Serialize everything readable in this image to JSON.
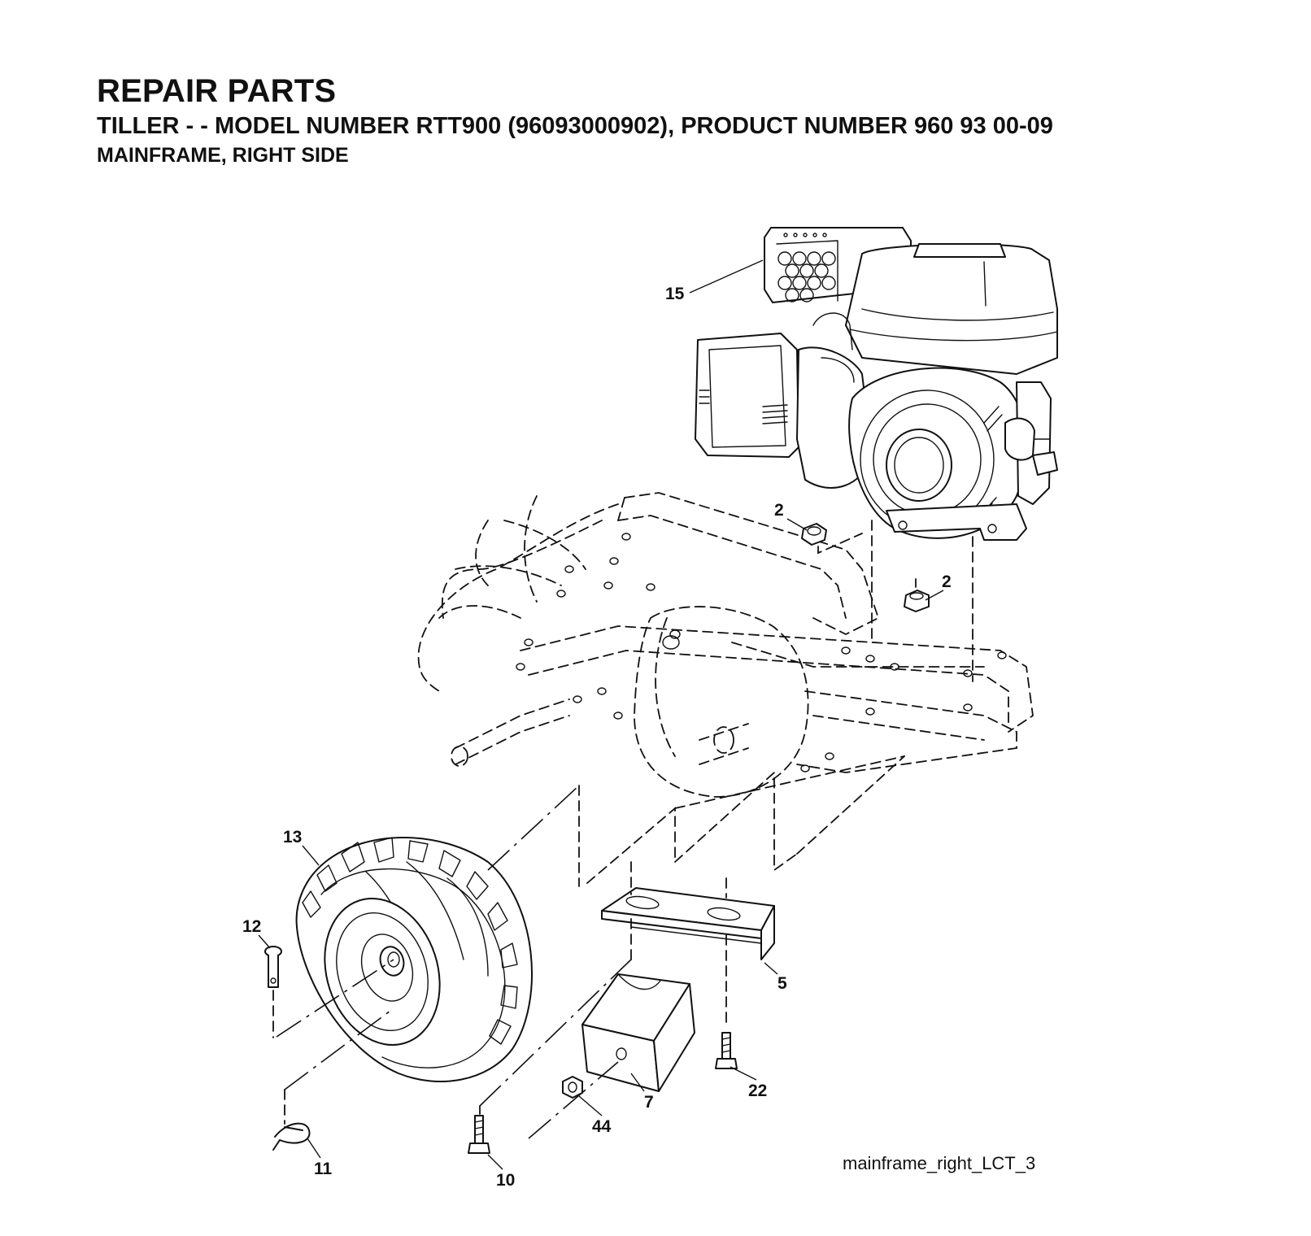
{
  "header": {
    "title": "REPAIR PARTS",
    "subtitle": "TILLER - - MODEL NUMBER RTT900 (96093000902), PRODUCT NUMBER 960 93 00-09",
    "section": "MAINFRAME, RIGHT SIDE"
  },
  "callouts": {
    "c15": "15",
    "c2a": "2",
    "c2b": "2",
    "c13": "13",
    "c12": "12",
    "c5": "5",
    "c7": "7",
    "c22": "22",
    "c44": "44",
    "c11": "11",
    "c10": "10"
  },
  "file_reference": "mainframe_right_LCT_3"
}
